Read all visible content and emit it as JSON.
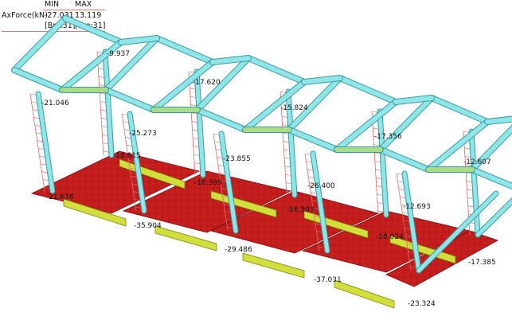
{
  "legend": {
    "quantity": "AxForce(kN)",
    "min_header": "MIN",
    "max_header": "MAX",
    "min_value": "-27.031",
    "max_value": "13.119",
    "min_member": "[Bm:31]",
    "max_member": "[Bm:31]"
  },
  "colors": {
    "frame": "#8fe6e8",
    "ridge_beam": "#a9dc86",
    "foundation_slab": "#c81e1e",
    "grade_beam": "#d2df3a",
    "force_diagram": "#e06a6a",
    "legend_rule": "#e07a7a"
  },
  "force_labels": [
    "-9.937",
    "-21.046",
    "-17.620",
    "-25.273",
    "-15.824",
    "-23.855",
    "-17.356",
    "-26.400",
    "-12.607",
    "-12.693",
    "-18.615",
    "-21.676",
    "-18.399",
    "-35.904",
    "-16.593",
    "-29.486",
    "-18.024",
    "-37.031",
    "-17.385",
    "-23.324"
  ]
}
